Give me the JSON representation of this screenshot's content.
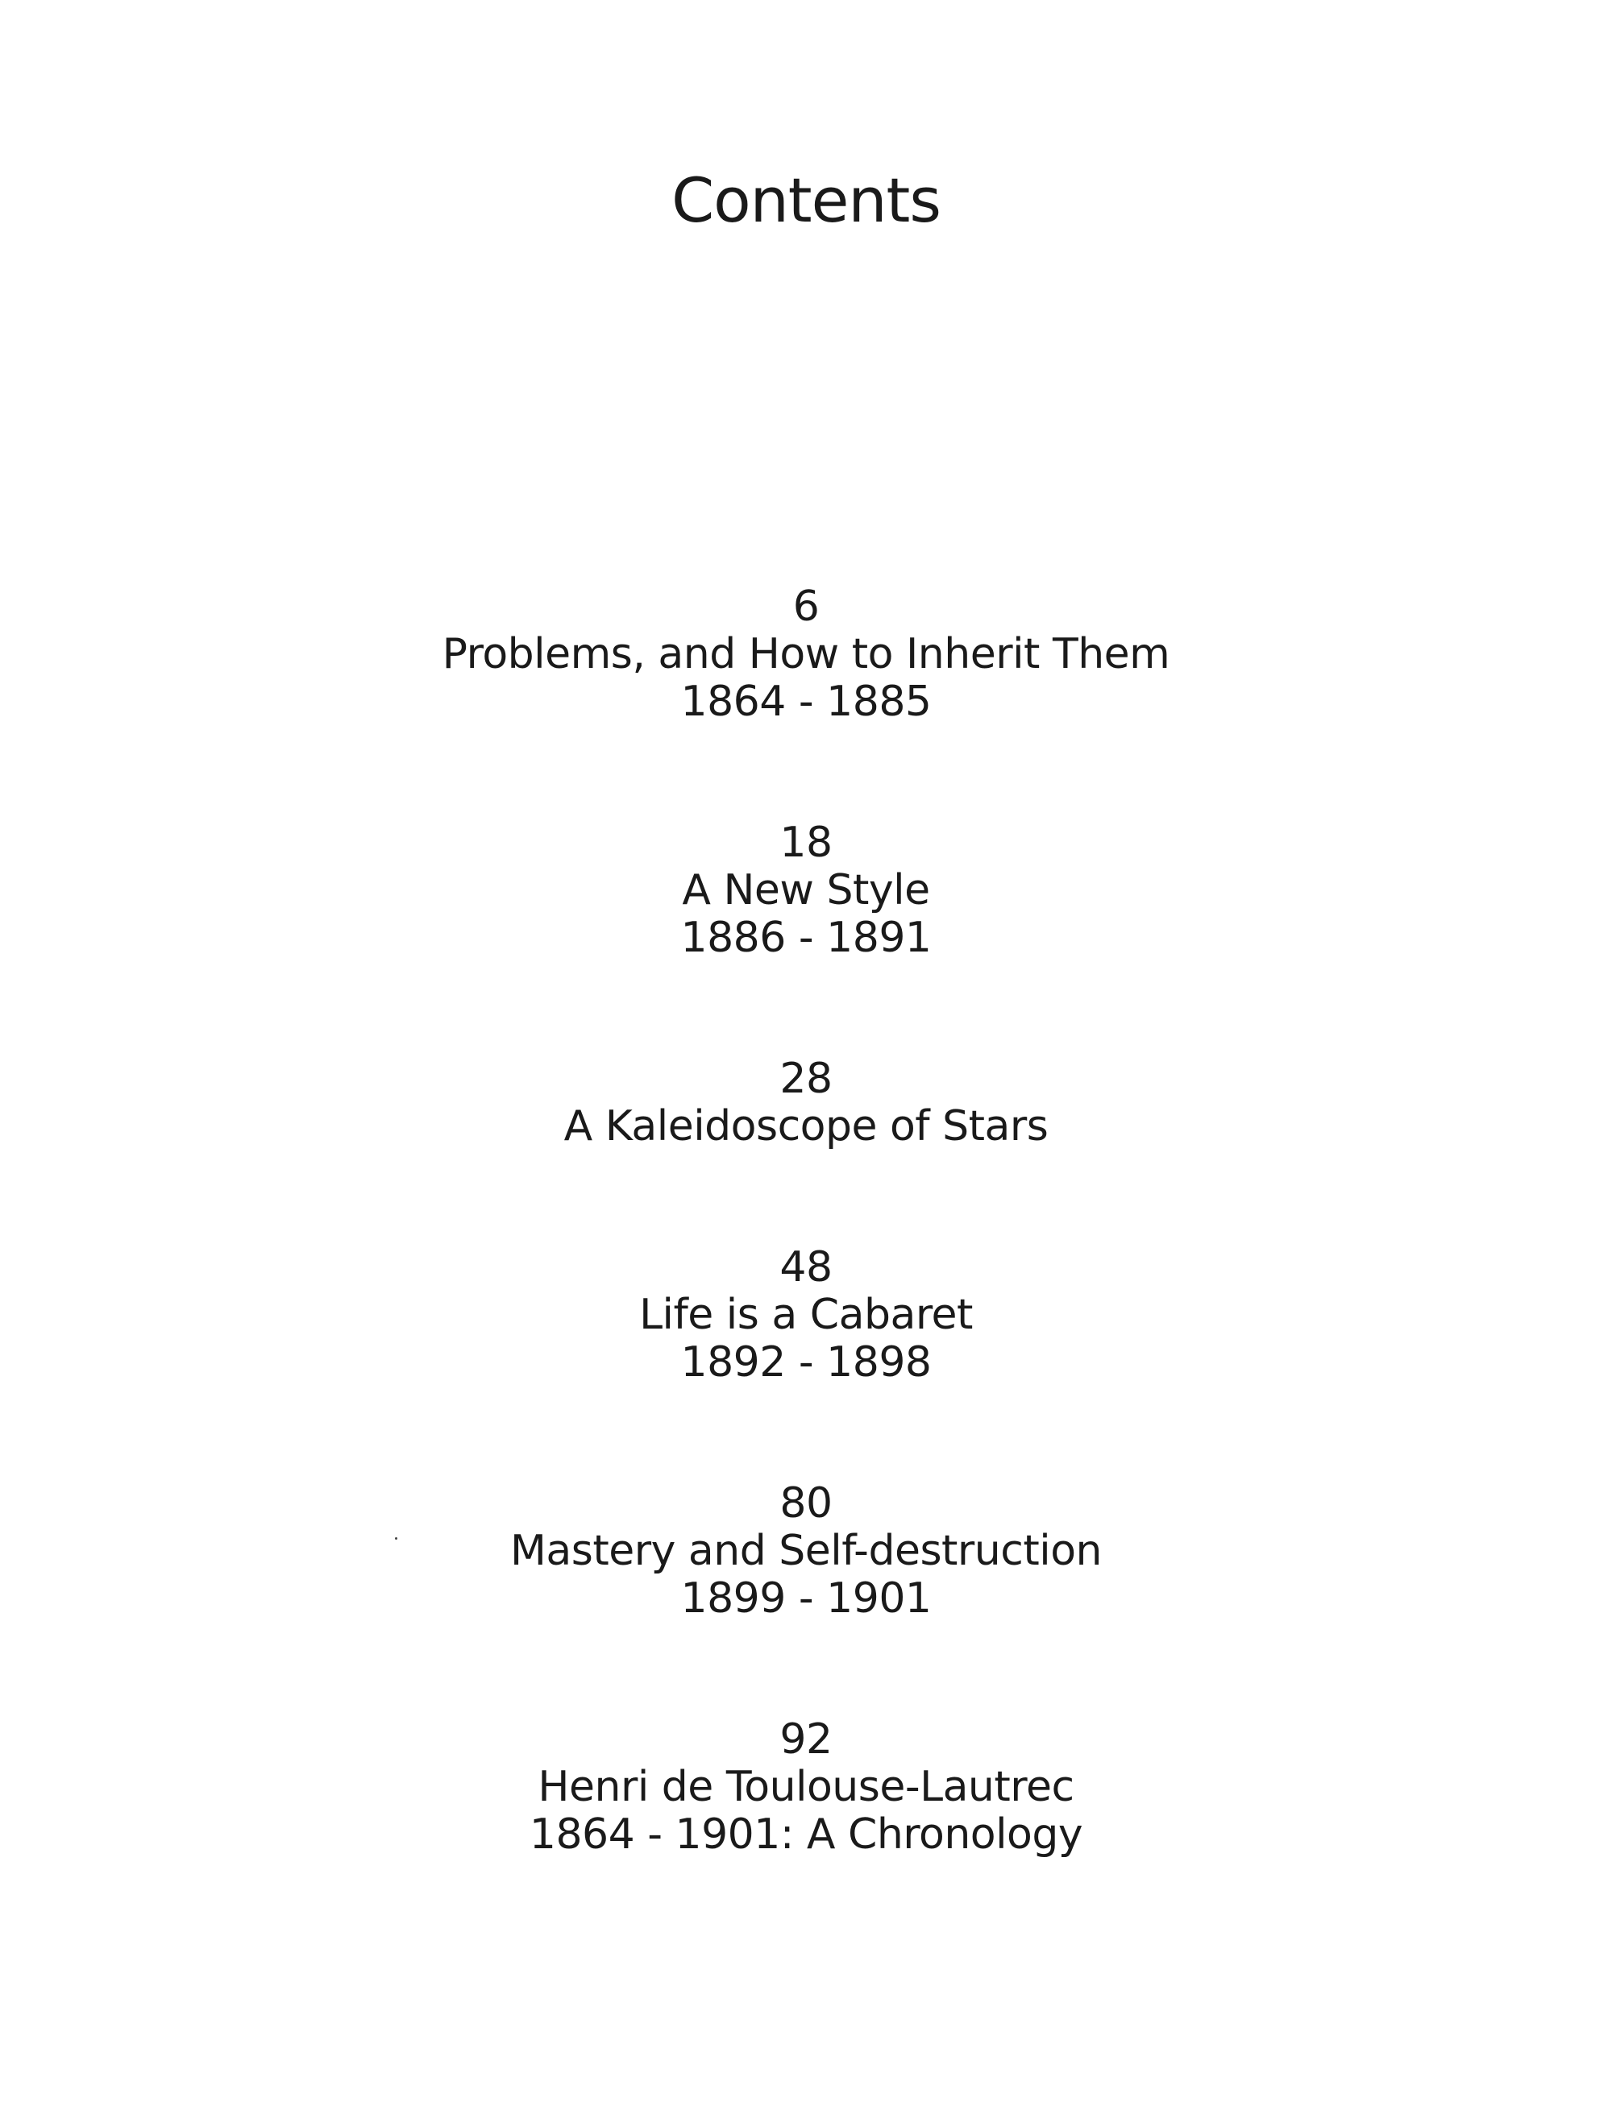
{
  "title": "Contents",
  "entries": [
    {
      "page": "6",
      "title": "Problems, and How to Inherit Them",
      "dates": "1864 - 1885"
    },
    {
      "page": "18",
      "title": "A New Style",
      "dates": "1886 - 1891"
    },
    {
      "page": "28",
      "title": "A Kaleidoscope of Stars",
      "dates": ""
    },
    {
      "page": "48",
      "title": "Life is a Cabaret",
      "dates": "1892 - 1898"
    },
    {
      "page": "80",
      "title": "Mastery and Self-destruction",
      "dates": "1899 - 1901"
    },
    {
      "page": "92",
      "title": "Henri de Toulouse-Lautrec",
      "dates": "1864 - 1901: A Chronology"
    }
  ]
}
